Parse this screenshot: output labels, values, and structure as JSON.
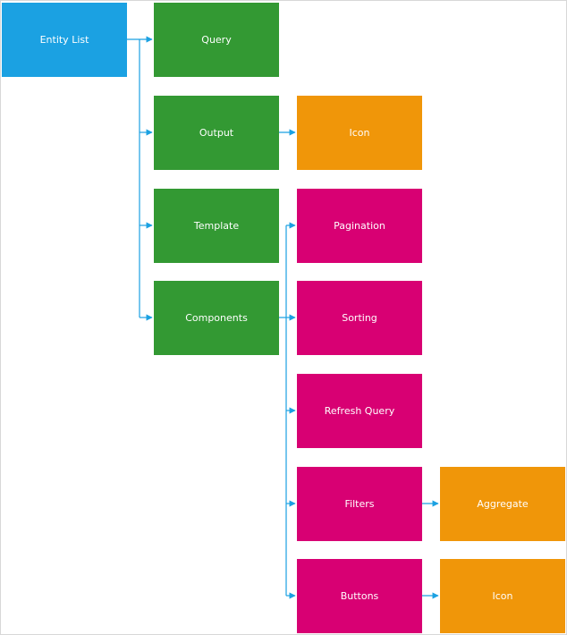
{
  "colors": {
    "root": "#1ba1e2",
    "level1": "#339933",
    "level2": "#d80073",
    "leaf": "#f09609",
    "connector": "#1ba1e2"
  },
  "nodes": {
    "entity_list": "Entity List",
    "query": "Query",
    "output": "Output",
    "output_icon": "Icon",
    "template": "Template",
    "components": "Components",
    "pagination": "Pagination",
    "sorting": "Sorting",
    "refresh_query": "Refresh Query",
    "filters": "Filters",
    "aggregate": "Aggregate",
    "buttons": "Buttons",
    "buttons_icon": "Icon"
  }
}
